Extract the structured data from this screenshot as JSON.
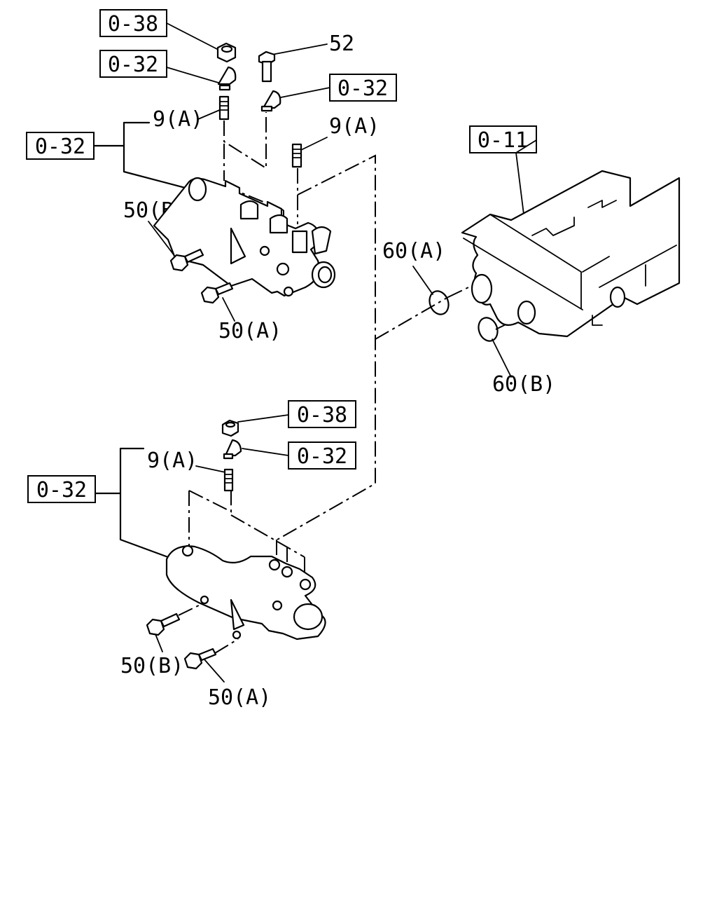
{
  "refs": {
    "r038_top": "0-38",
    "r032_top_left": "0-32",
    "r032_top_right": "0-32",
    "r032_upper_bracket": "0-32",
    "r011": "0-11",
    "r038_mid": "0-38",
    "r032_mid": "0-32",
    "r032_lower_bracket": "0-32"
  },
  "labels": {
    "p52": "52",
    "p9a_1": "9(A)",
    "p9a_2": "9(A)",
    "p50b_1": "50(B)",
    "p50a_1": "50(A)",
    "p60a": "60(A)",
    "p60b": "60(B)",
    "p9a_3": "9(A)",
    "p50b_2": "50(B)",
    "p50a_2": "50(A)"
  }
}
